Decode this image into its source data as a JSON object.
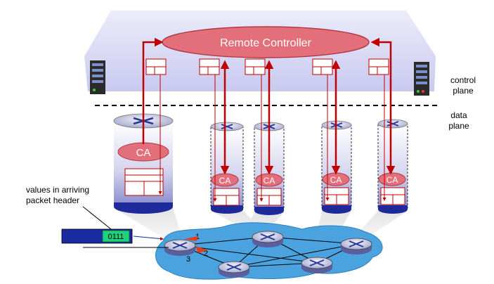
{
  "controller": {
    "label": "Remote Controller"
  },
  "planes": {
    "control_line1": "control",
    "control_line2": "plane",
    "data_line1": "data",
    "data_line2": "plane"
  },
  "agent": {
    "label": "CA"
  },
  "packet": {
    "caption_line1": "values in arriving",
    "caption_line2": "packet header",
    "header_value": "0111"
  },
  "ports": {
    "p1": "1",
    "p2": "2",
    "p3": "3"
  },
  "colors": {
    "control_plane_band": "#d8d8f4",
    "controller_fill": "#e36f7a",
    "arrow": "#c00000",
    "cloud": "#4aa3df",
    "switch_body": "#d0d0e4",
    "switch_base": "#1e2a9a",
    "packet_header": "#21d07a"
  }
}
